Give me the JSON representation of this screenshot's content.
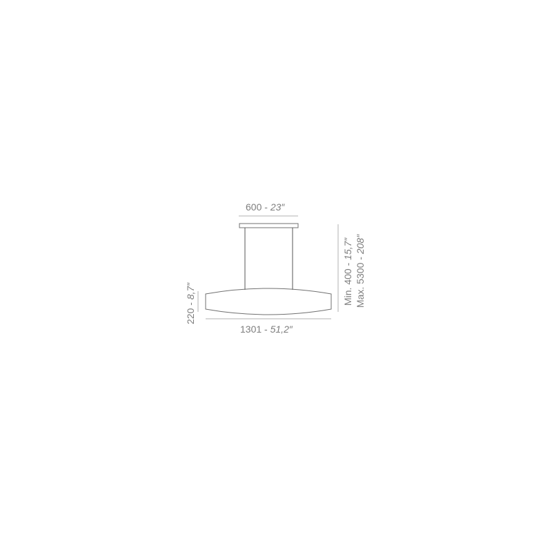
{
  "dimensions": {
    "canopy_width": {
      "value": "600",
      "separator": " - ",
      "inches": "23″"
    },
    "body_length": {
      "value": "1301",
      "separator": " - ",
      "inches": "51,2″"
    },
    "body_height": {
      "value": "220",
      "separator": " - ",
      "inches": "8,7″"
    },
    "suspension_min": {
      "prefix": "Min. ",
      "value": "400",
      "separator": " - ",
      "inches": "15,7″"
    },
    "suspension_max": {
      "prefix": "Max. ",
      "value": "5300",
      "separator": " - ",
      "inches": "208″"
    }
  },
  "colors": {
    "line": "#6f6f6f",
    "dimension_line": "#a8a8a8",
    "text": "#7d7d7d"
  }
}
